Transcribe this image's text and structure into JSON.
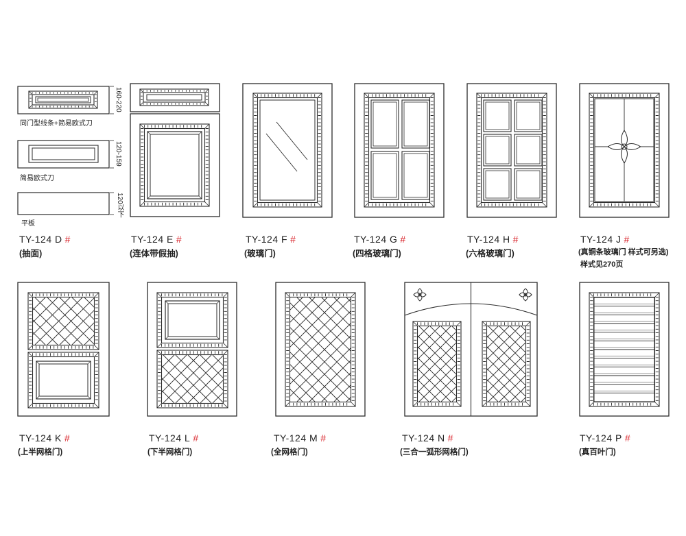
{
  "colors": {
    "stroke": "#2b2b2b",
    "hash": "#d9232a",
    "background": "#ffffff"
  },
  "items": [
    {
      "code": "TY-124 D",
      "mark": "#",
      "desc": "(抽面)"
    },
    {
      "code": "TY-124 E",
      "mark": "#",
      "desc": "(连体带假抽)"
    },
    {
      "code": "TY-124 F",
      "mark": "#",
      "desc": "(玻璃门)"
    },
    {
      "code": "TY-124 G",
      "mark": "#",
      "desc": "(四格玻璃门)"
    },
    {
      "code": "TY-124 H",
      "mark": "#",
      "desc": "(六格玻璃门)"
    },
    {
      "code": "TY-124 J",
      "mark": "#",
      "desc": "(真铜条玻璃门  样式可另选)",
      "note": "样式见270页"
    },
    {
      "code": "TY-124 K",
      "mark": "#",
      "desc": "(上半网格门)"
    },
    {
      "code": "TY-124 L",
      "mark": "#",
      "desc": "(下半网格门)"
    },
    {
      "code": "TY-124 M",
      "mark": "#",
      "desc": "(全网格门)"
    },
    {
      "code": "TY-124 N",
      "mark": "#",
      "desc": "(三合一弧形网格门)"
    },
    {
      "code": "TY-124 P",
      "mark": "#",
      "desc": "(真百叶门)"
    }
  ],
  "drawer_types": [
    {
      "label": "同门型线条+简易欧式刀",
      "dim": "160-220"
    },
    {
      "label": "简易欧式刀",
      "dim": "120-159"
    },
    {
      "label": "平板",
      "dim": "120以下"
    }
  ]
}
